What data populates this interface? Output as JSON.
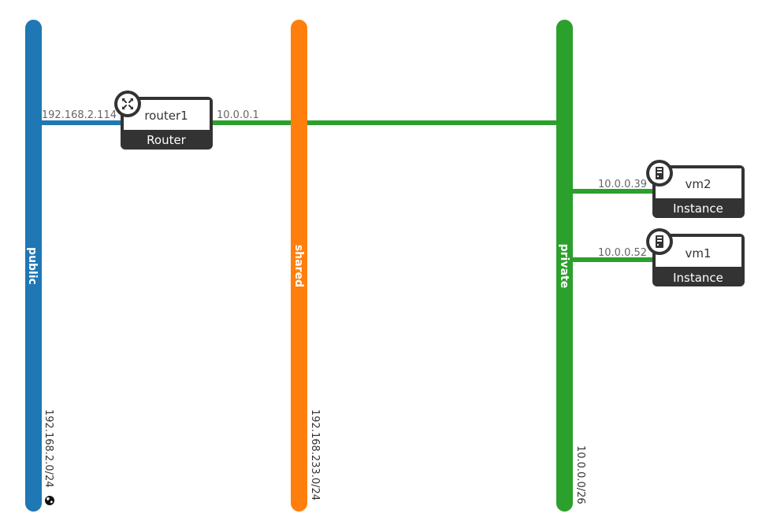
{
  "networks": [
    {
      "name": "public",
      "cidr": "192.168.2.0/24",
      "color": "#1f77b4",
      "external": true,
      "icon": "globe-icon"
    },
    {
      "name": "shared",
      "cidr": "192.168.233.0/24",
      "color": "#ff7f0e",
      "external": false
    },
    {
      "name": "private",
      "cidr": "10.0.0.0/26",
      "color": "#2ca02c",
      "external": false
    }
  ],
  "devices": [
    {
      "name": "router1",
      "type": "Router",
      "icon": "router-icon",
      "ports": [
        {
          "network": "public",
          "ip": "192.168.2.114",
          "color": "#1f77b4"
        },
        {
          "network": "private",
          "ip": "10.0.0.1",
          "color": "#2ca02c"
        }
      ]
    },
    {
      "name": "vm2",
      "type": "Instance",
      "icon": "server-icon",
      "ports": [
        {
          "network": "private",
          "ip": "10.0.0.39",
          "color": "#2ca02c"
        }
      ]
    },
    {
      "name": "vm1",
      "type": "Instance",
      "icon": "server-icon",
      "ports": [
        {
          "network": "private",
          "ip": "10.0.0.52",
          "color": "#2ca02c"
        }
      ]
    }
  ]
}
